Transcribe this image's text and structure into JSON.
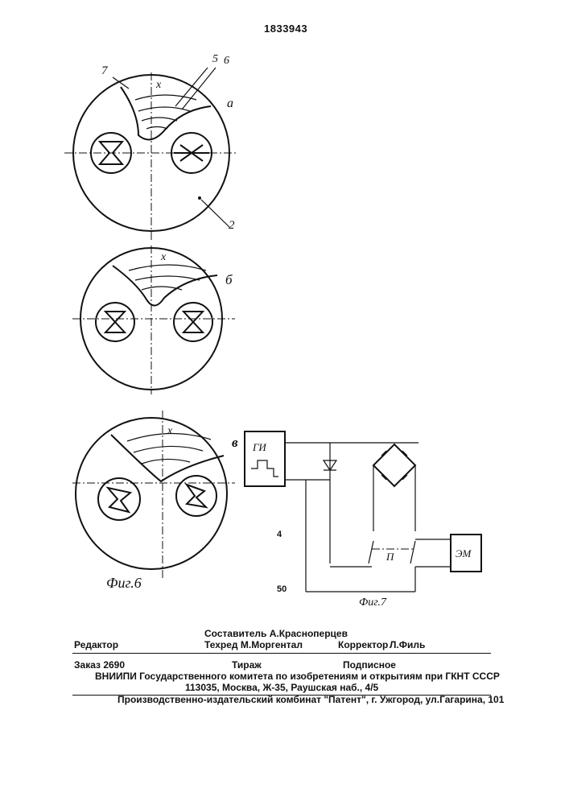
{
  "patent_number": "1833943",
  "figure_labels": {
    "a": "а",
    "b": "б",
    "v": "в",
    "fig6": "Фиг.6",
    "fig7": "Фиг.7",
    "ref_7": "7",
    "ref_5": "5",
    "ref_6": "6",
    "ref_2": "2",
    "x_mark": "х"
  },
  "circuit": {
    "gi_label": "ГИ",
    "em_label": "ЭМ",
    "p_label": "П"
  },
  "line_numbers": {
    "n4": "4",
    "n50": "50"
  },
  "colophon": {
    "compiler": "Составитель А.Красноперцев",
    "editor": "Редактор",
    "techred": "Техред М.Моргентал",
    "corrector": "Корректор",
    "corrector_name": "Л.Филь",
    "order": "Заказ 2690",
    "tirage": "Тираж",
    "subscription": "Подписное",
    "vniipi": "ВНИИПИ Государственного комитета по изобретениям и открытиям при ГКНТ СССР",
    "address": "113035, Москва, Ж-35, Раушская наб., 4/5",
    "publisher": "Производственно-издательский комбинат \"Патент\", г. Ужгород, ул.Гагарина, 101"
  }
}
